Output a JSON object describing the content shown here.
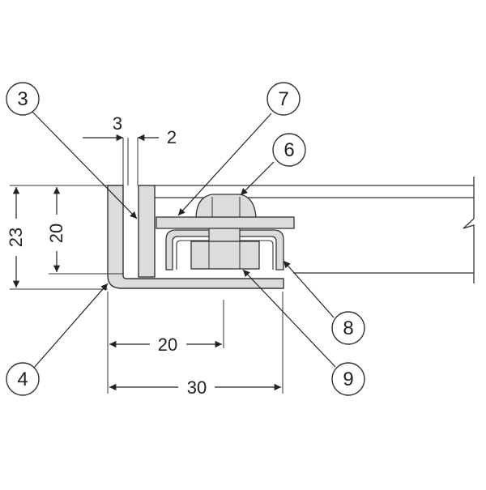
{
  "callouts": {
    "c3": "3",
    "c4": "4",
    "c6": "6",
    "c7": "7",
    "c8": "8",
    "c9": "9"
  },
  "dimensions": {
    "gap_3": "3",
    "gap_2": "2",
    "height_23": "23",
    "height_20": "20",
    "width_20": "20",
    "width_30": "30"
  },
  "colors": {
    "line": "#333333",
    "part_fill": "#dcdcdc",
    "part_stroke": "#333333",
    "background": "#ffffff"
  }
}
